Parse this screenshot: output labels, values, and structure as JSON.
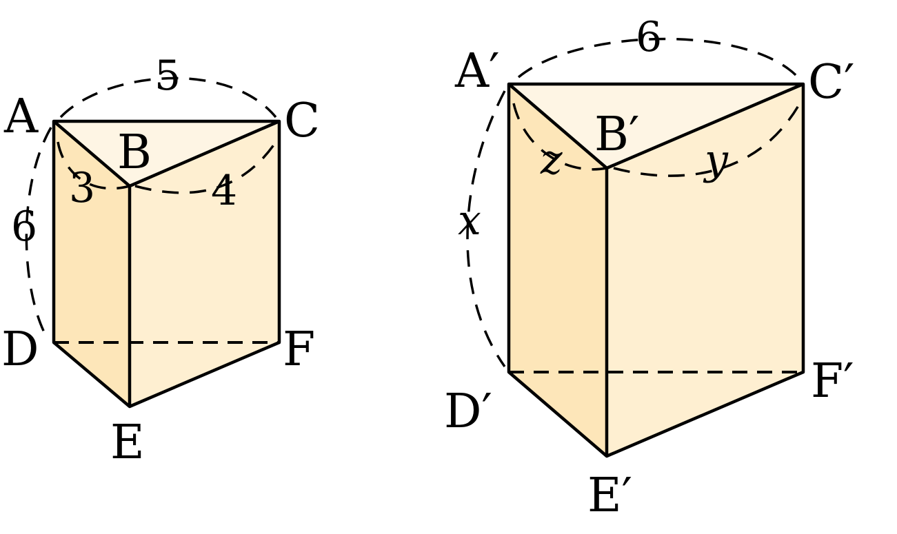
{
  "prism_left": {
    "vertices": {
      "A": "A",
      "B": "B",
      "C": "C",
      "D": "D",
      "E": "E",
      "F": "F"
    },
    "measures": {
      "AC": "5",
      "AB": "3",
      "BC": "4",
      "AD": "6"
    }
  },
  "prism_right": {
    "vertices": {
      "A": "A′",
      "B": "B′",
      "C": "C′",
      "D": "D′",
      "E": "E′",
      "F": "F′"
    },
    "measures": {
      "AC": "6",
      "AB": "z",
      "BC": "y",
      "AD": "x"
    }
  },
  "colors": {
    "top_face": "#fef5e4",
    "left_face": "#fde6b9",
    "front_face": "#feefd1",
    "stroke": "#000000"
  }
}
